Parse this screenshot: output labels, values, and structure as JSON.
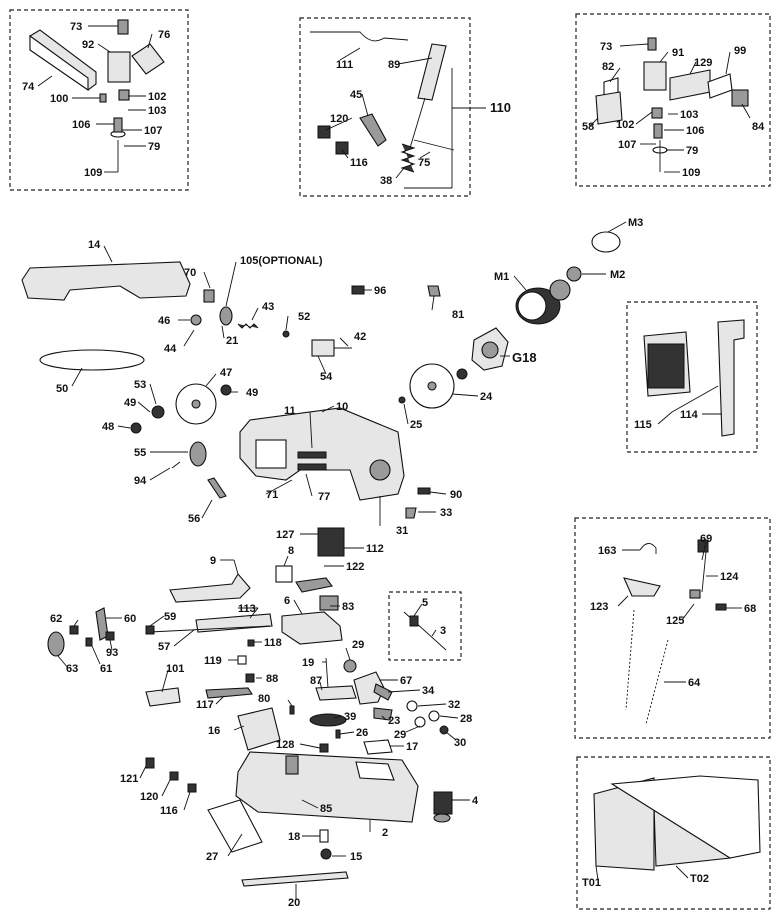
{
  "diagram": {
    "labels": {
      "l73a": "73",
      "l92": "92",
      "l76": "76",
      "l74": "74",
      "l100a": "100",
      "l102a": "102",
      "l103a": "103",
      "l106a": "106",
      "l107a": "107",
      "l79a": "79",
      "l109a": "109",
      "l111": "111",
      "l89": "89",
      "l110": "110",
      "l45": "45",
      "l120a": "120",
      "l116a": "116",
      "l75": "75",
      "l38": "38",
      "l73b": "73",
      "l91": "91",
      "l82": "82",
      "l99": "99",
      "l129": "129",
      "l58": "58",
      "l102b": "102",
      "l103b": "103",
      "l84": "84",
      "l106b": "106",
      "l107b": "107",
      "l79b": "79",
      "l109b": "109",
      "l14": "14",
      "l70": "70",
      "l105": "105(OPTIONAL)",
      "l96": "96",
      "lM3": "M3",
      "lM1": "M1",
      "lM2": "M2",
      "l43": "43",
      "l46": "46",
      "l52": "52",
      "l81": "81",
      "l44": "44",
      "l21": "21",
      "l42": "42",
      "l50": "50",
      "l54": "54",
      "lG18": "G18",
      "l53": "53",
      "l47": "47",
      "l49a": "49",
      "l49b": "49",
      "l48": "48",
      "l24": "24",
      "l11": "11",
      "l10": "10",
      "l25": "25",
      "l115": "115",
      "l114": "114",
      "l55": "55",
      "l94": "94",
      "l71": "71",
      "l77": "77",
      "l90": "90",
      "l56": "56",
      "l33": "33",
      "l31": "31",
      "l127": "127",
      "l112": "112",
      "l8": "8",
      "l9": "9",
      "l122": "122",
      "l163": "163",
      "l69": "69",
      "l124": "124",
      "l123": "123",
      "l68": "68",
      "l6": "6",
      "l113": "113",
      "l83": "83",
      "l5": "5",
      "l125": "125",
      "l62": "62",
      "l60": "60",
      "l59": "59",
      "l3": "3",
      "l118": "118",
      "l57": "57",
      "l93": "93",
      "l64": "64",
      "l63": "63",
      "l61": "61",
      "l119": "119",
      "l19": "19",
      "l29a": "29",
      "l101": "101",
      "l88": "88",
      "l87": "87",
      "l67": "67",
      "l34": "34",
      "l80": "80",
      "l117": "117",
      "l32": "32",
      "l16": "16",
      "l39": "39",
      "l23": "23",
      "l28": "28",
      "l29b": "29",
      "l26": "26",
      "l30": "30",
      "l128": "128",
      "l17": "17",
      "l121": "121",
      "l4": "4",
      "l120b": "120",
      "l85": "85",
      "l116b": "116",
      "l2": "2",
      "l18": "18",
      "l15": "15",
      "l27": "27",
      "lT01": "T01",
      "lT02": "T02",
      "l20": "20"
    }
  },
  "colors": {
    "ink": "#111111",
    "paper": "#ffffff",
    "metal": "#e6e6e6",
    "dark": "#333333"
  }
}
